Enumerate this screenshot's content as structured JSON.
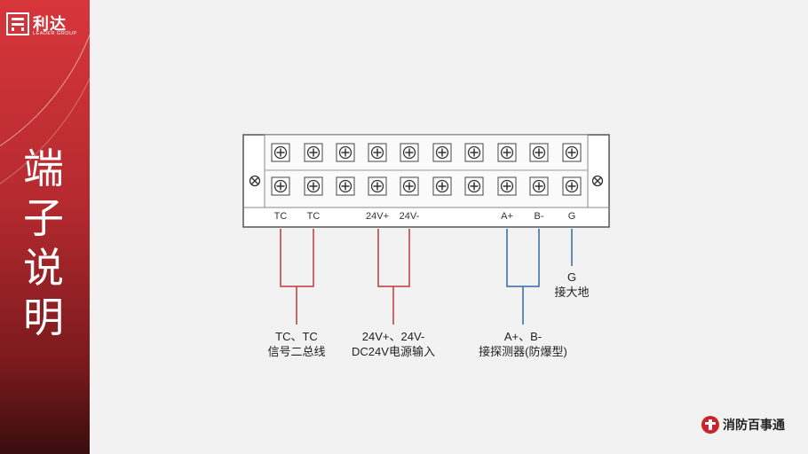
{
  "brand": {
    "logo_name": "利达",
    "logo_sub": "LEADER GROUP",
    "footer_brand": "消防百事通"
  },
  "page": {
    "title_chars": [
      "端",
      "子",
      "说",
      "明"
    ]
  },
  "terminal_block": {
    "terminal_labels": [
      "TC",
      "TC",
      "",
      "24V+",
      "24V-",
      "",
      "",
      "A+",
      "B-",
      "G"
    ],
    "terminal_count": 10
  },
  "wiring": {
    "groups": [
      {
        "line1": "TC、TC",
        "line2": "信号二总线",
        "color": "#c0393b"
      },
      {
        "line1": "24V+、24V-",
        "line2": "DC24V电源输入",
        "color": "#c0393b"
      },
      {
        "line1": "A+、B-",
        "line2": "接探测器(防爆型)",
        "color": "#2f6aa3"
      },
      {
        "line1": "G",
        "line2": "接大地",
        "color": "#2f6aa3"
      }
    ]
  }
}
